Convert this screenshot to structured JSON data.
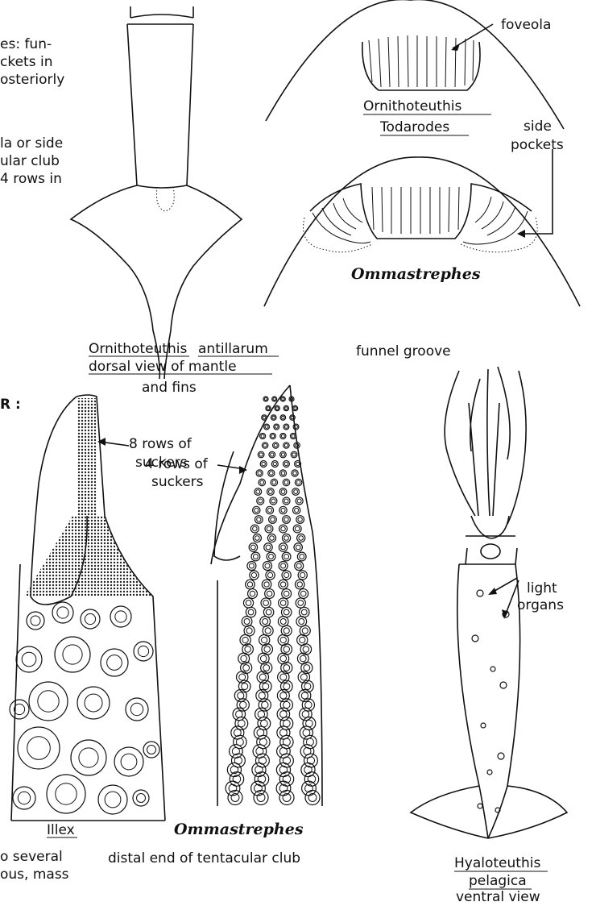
{
  "left_text": {
    "line1": "es: fun-",
    "line2": "ckets in",
    "line3": "osteriorly",
    "line4": "la or side",
    "line5": "ular club",
    "line6": "4 rows in",
    "line7": "R :",
    "line8": "o several",
    "line9": "ous, mass"
  },
  "funnel_groove": {
    "foveola_label": "foveola",
    "ornithoteuthis_label": "Ornithoteuthis",
    "todarodes_label": "Todarodes",
    "side_label_1": "side",
    "side_label_2": "pockets",
    "ommastrephes_label": "Ommastrephes",
    "caption": "funnel groove"
  },
  "mantle_fins": {
    "species_1": "Ornithoteuthis",
    "species_2": "antillarum",
    "caption_1": "dorsal view of mantle",
    "caption_2": "and fins"
  },
  "tentacular_club": {
    "rows8_1": "8 rows of",
    "rows8_2": "suckers",
    "rows4_1": "4 rows of",
    "rows4_2": "suckers",
    "illex_label": "Illex",
    "ommastrephes_label": "Ommastrephes",
    "caption": "distal end of tentacular club"
  },
  "hyaloteuthis": {
    "light_1": "light",
    "light_2": "organs",
    "species_1": "Hyaloteuthis",
    "species_2": "pelagica",
    "view": "ventral view"
  }
}
